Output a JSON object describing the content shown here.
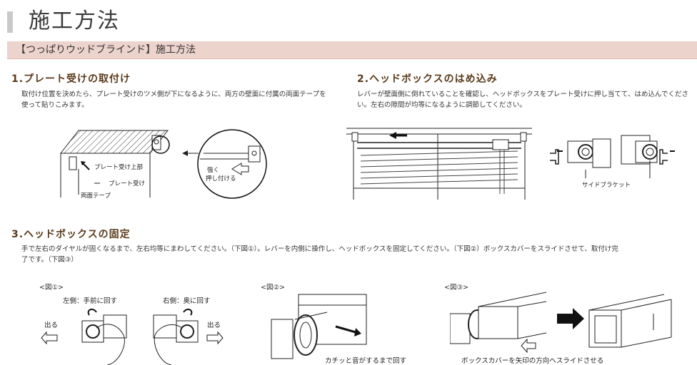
{
  "page_title": "施工方法",
  "banner": "【つっぱりウッドブラインド】施工方法",
  "step1": {
    "title": "1.プレート受けの取付け",
    "desc": "取付け位置を決めたら、プレート受けのツメ側が下になるように、両方の壁面に付属の両面テープを使って貼りこみます。",
    "labels": {
      "plate_top": "プレート受け上部",
      "plate": "プレート受け",
      "tape": "両面テープ",
      "press_1": "強く",
      "press_2": "押し付ける"
    }
  },
  "step2": {
    "title": "2.ヘッドボックスのはめ込み",
    "desc": "レバーが壁面側に倒れていることを確認し、ヘッドボックスをプレート受けに押し当てて、はめ込んでください。左右の隙間が均等になるように調節してください。",
    "labels": {
      "bracket": "サイドブラケット"
    }
  },
  "step3": {
    "title": "3.ヘッドボックスの固定",
    "desc": "手で左右のダイヤルが固くなるまで、左右均等にまわしてください。（下図①）。レバーを内側に操作し、ヘッドボックスを固定してください。（下図②）ボックスカバーをスライドさせて、取付け完了です。（下図③）",
    "fig1": {
      "label": "<図①>",
      "left_caption": "左側：手前に回す",
      "right_caption": "右側：奥に回す",
      "out_left": "出る",
      "out_right": "出る"
    },
    "fig2": {
      "label": "<図②>",
      "caption": "カチッと音がするまで回す"
    },
    "fig3": {
      "label": "<図③>",
      "caption": "ボックスカバーを矢印の方向へスライドさせる"
    }
  }
}
